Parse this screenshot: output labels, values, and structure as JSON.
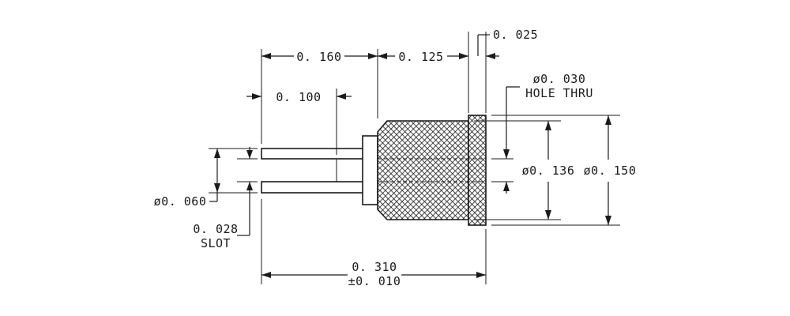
{
  "drawing": {
    "dim_overall": "0. 310",
    "dim_overall_tol": "±0. 010",
    "dim_pin_length": "0. 160",
    "dim_body_length": "0. 125",
    "dim_flange": "0. 025",
    "dim_slot_depth": "0. 100",
    "dim_hole": "ø0. 030",
    "dim_hole_note": "HOLE THRU",
    "dim_body_dia": "ø0. 136",
    "dim_flange_dia": "ø0. 150",
    "dim_pin_dia": "ø0. 060",
    "dim_slot": "0. 028",
    "dim_slot_note": "SLOT"
  }
}
